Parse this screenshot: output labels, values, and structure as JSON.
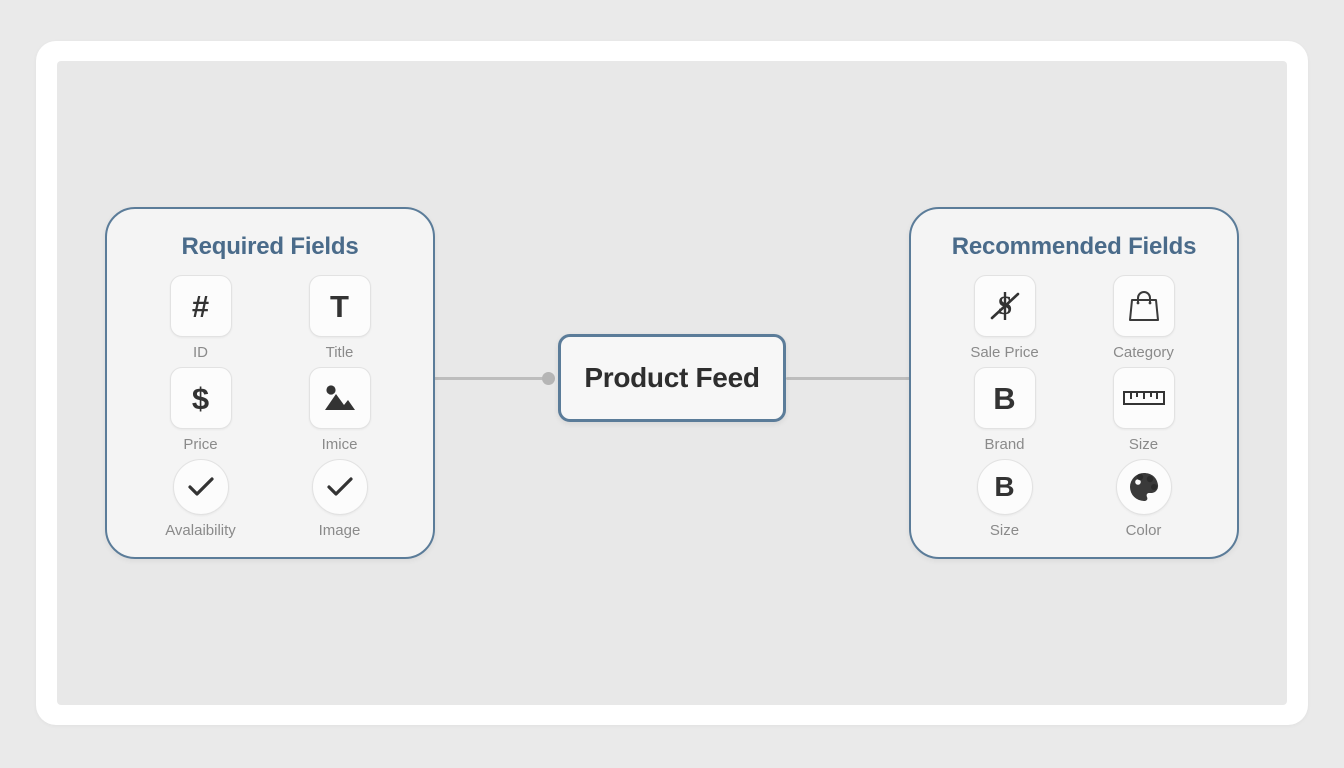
{
  "diagram": {
    "center_node": {
      "label": "Product Feed",
      "border_color": "#5b7c99"
    },
    "accent_color": "#5b7c99",
    "title_color": "#4a6b8a",
    "label_color": "#8a8a8a",
    "canvas_color": "#e8e8e8",
    "frame_color": "#ffffff",
    "connector_color": "#bdbdbd"
  },
  "panels": [
    {
      "id": "required",
      "title": "Required Fields",
      "fields": [
        {
          "label": "ID",
          "icon": "hash-icon",
          "glyph": "#",
          "shape": "rounded"
        },
        {
          "label": "Title",
          "icon": "text-t-icon",
          "glyph": "T",
          "shape": "rounded"
        },
        {
          "label": "Price",
          "icon": "dollar-sign-icon",
          "glyph": "$",
          "shape": "rounded"
        },
        {
          "label": "Imice",
          "icon": "image-mountain-icon",
          "glyph": "",
          "shape": "rounded"
        },
        {
          "label": "Avalaibility",
          "icon": "check-icon",
          "glyph": "",
          "shape": "round"
        },
        {
          "label": "Image",
          "icon": "check-icon",
          "glyph": "",
          "shape": "round"
        }
      ]
    },
    {
      "id": "recommended",
      "title": "Recommended Fields",
      "fields": [
        {
          "label": "Sale Price",
          "icon": "dollar-strikethrough-icon",
          "glyph": "",
          "shape": "rounded"
        },
        {
          "label": "Category",
          "icon": "shopping-bag-icon",
          "glyph": "",
          "shape": "rounded"
        },
        {
          "label": "Brand",
          "icon": "letter-b-icon",
          "glyph": "B",
          "shape": "rounded"
        },
        {
          "label": "Size",
          "icon": "ruler-icon",
          "glyph": "",
          "shape": "rounded"
        },
        {
          "label": "Size",
          "icon": "letter-b-icon",
          "glyph": "B",
          "shape": "round"
        },
        {
          "label": "Color",
          "icon": "color-palette-icon",
          "glyph": "",
          "shape": "round"
        }
      ]
    }
  ]
}
